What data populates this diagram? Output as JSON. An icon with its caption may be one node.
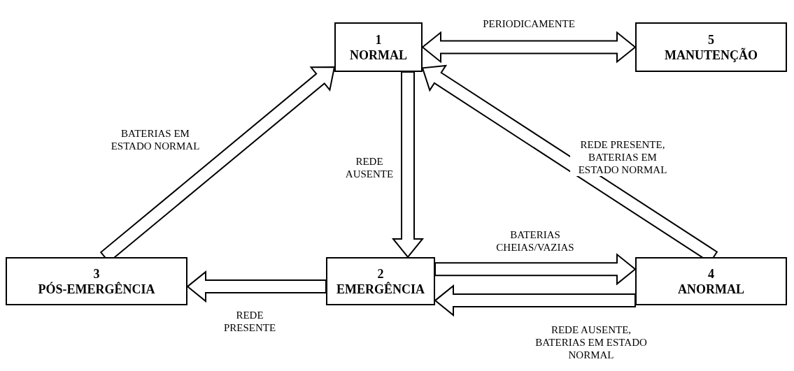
{
  "diagram": {
    "nodes": [
      {
        "text": [
          "1",
          "NORMAL"
        ]
      },
      {
        "text": [
          "5",
          "MANUTENÇÃO"
        ]
      },
      {
        "text": [
          "3",
          "PÓS-EMERGÊNCIA"
        ]
      },
      {
        "text": [
          "2",
          "EMERGÊNCIA"
        ]
      },
      {
        "text": [
          "4",
          "ANORMAL"
        ]
      }
    ],
    "edges": [
      {
        "from": 0,
        "to": 1,
        "arrow": "both",
        "label": "PERIODICAMENTE"
      },
      {
        "from": 0,
        "to": 3,
        "arrow": "to",
        "label": "REDE AUSENTE"
      },
      {
        "from": 3,
        "to": 2,
        "arrow": "to",
        "label": "REDE PRESENTE"
      },
      {
        "from": 2,
        "to": 0,
        "arrow": "to",
        "label": "BATERIAS EM ESTADO NORMAL"
      },
      {
        "from": 3,
        "to": 4,
        "arrow": "to",
        "label": "BATERIAS CHEIAS/VAZIAS"
      },
      {
        "from": 4,
        "to": 3,
        "arrow": "to",
        "label": "REDE AUSENTE, BATERIAS EM ESTADO NORMAL"
      },
      {
        "from": 4,
        "to": 0,
        "arrow": "to",
        "label": "REDE PRESENTE, BATERIAS EM ESTADO NORMAL"
      }
    ]
  }
}
